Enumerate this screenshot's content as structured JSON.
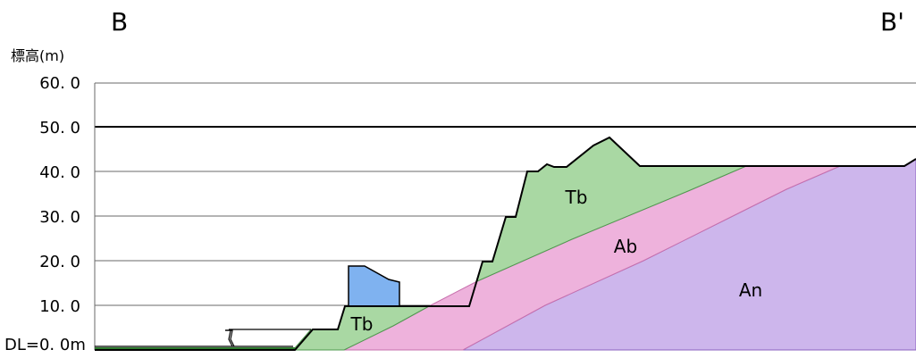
{
  "section": {
    "start_label": "B",
    "end_label": "B'",
    "axis_label": "標高(m)",
    "ticks": [
      {
        "label": "60. 0",
        "value": 60
      },
      {
        "label": "50. 0",
        "value": 50
      },
      {
        "label": "40. 0",
        "value": 40
      },
      {
        "label": "30. 0",
        "value": 30
      },
      {
        "label": "20. 0",
        "value": 20
      },
      {
        "label": "10. 0",
        "value": 10
      }
    ],
    "datum_label": "DL=0. 0m",
    "layers": [
      {
        "name": "Tb",
        "color": "#a9d8a3"
      },
      {
        "name": "Tb",
        "color": "#a9d8a3"
      },
      {
        "name": "Ab",
        "color": "#eeb2dc"
      },
      {
        "name": "An",
        "color": "#cdb6ec"
      }
    ],
    "structure_color": "#7fb2f0"
  }
}
